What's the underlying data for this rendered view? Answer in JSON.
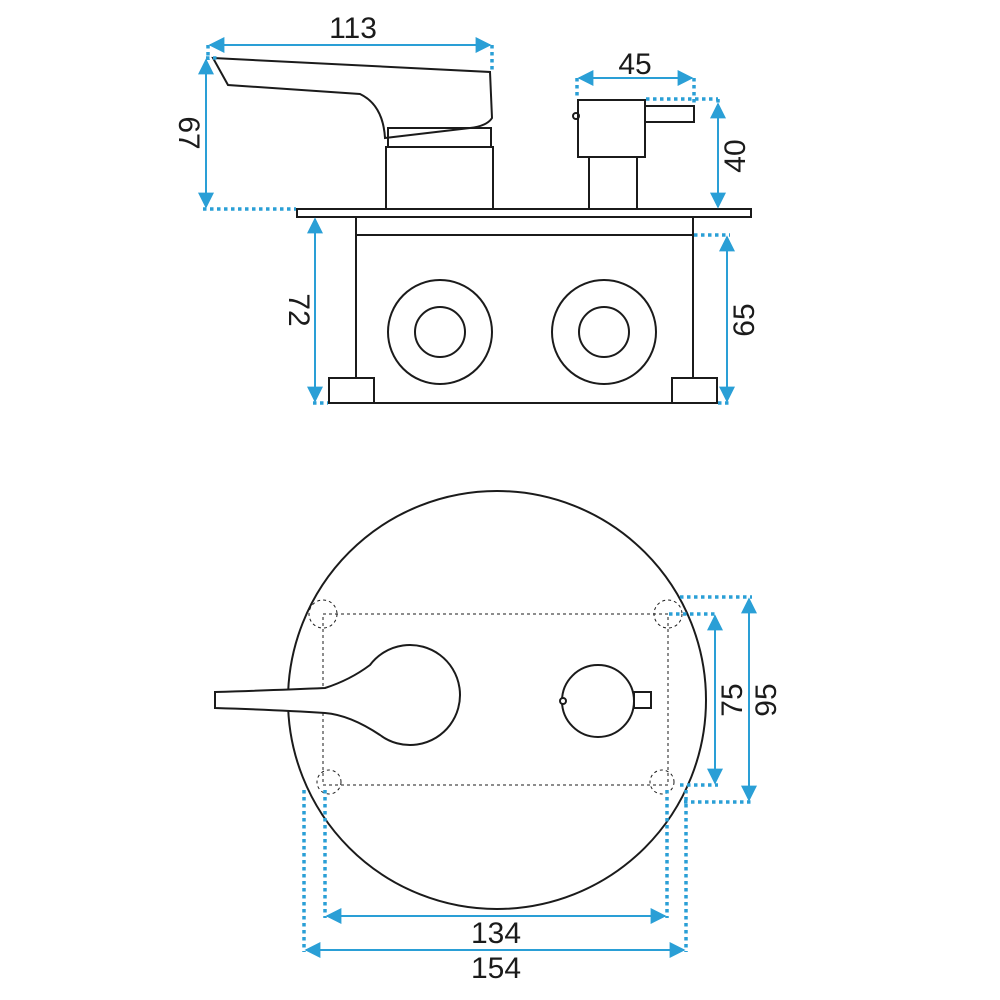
{
  "colors": {
    "dimension": "#2a9fd6",
    "outline": "#1b1b1b",
    "background": "#ffffff"
  },
  "side_view": {
    "width_lever": "113",
    "height_lever": "67",
    "width_knob": "45",
    "height_knob": "40",
    "depth_box": "72",
    "depth_body": "65"
  },
  "front_view": {
    "inner_height": "75",
    "outer_height": "95",
    "inner_width": "134",
    "outer_width": "154"
  }
}
